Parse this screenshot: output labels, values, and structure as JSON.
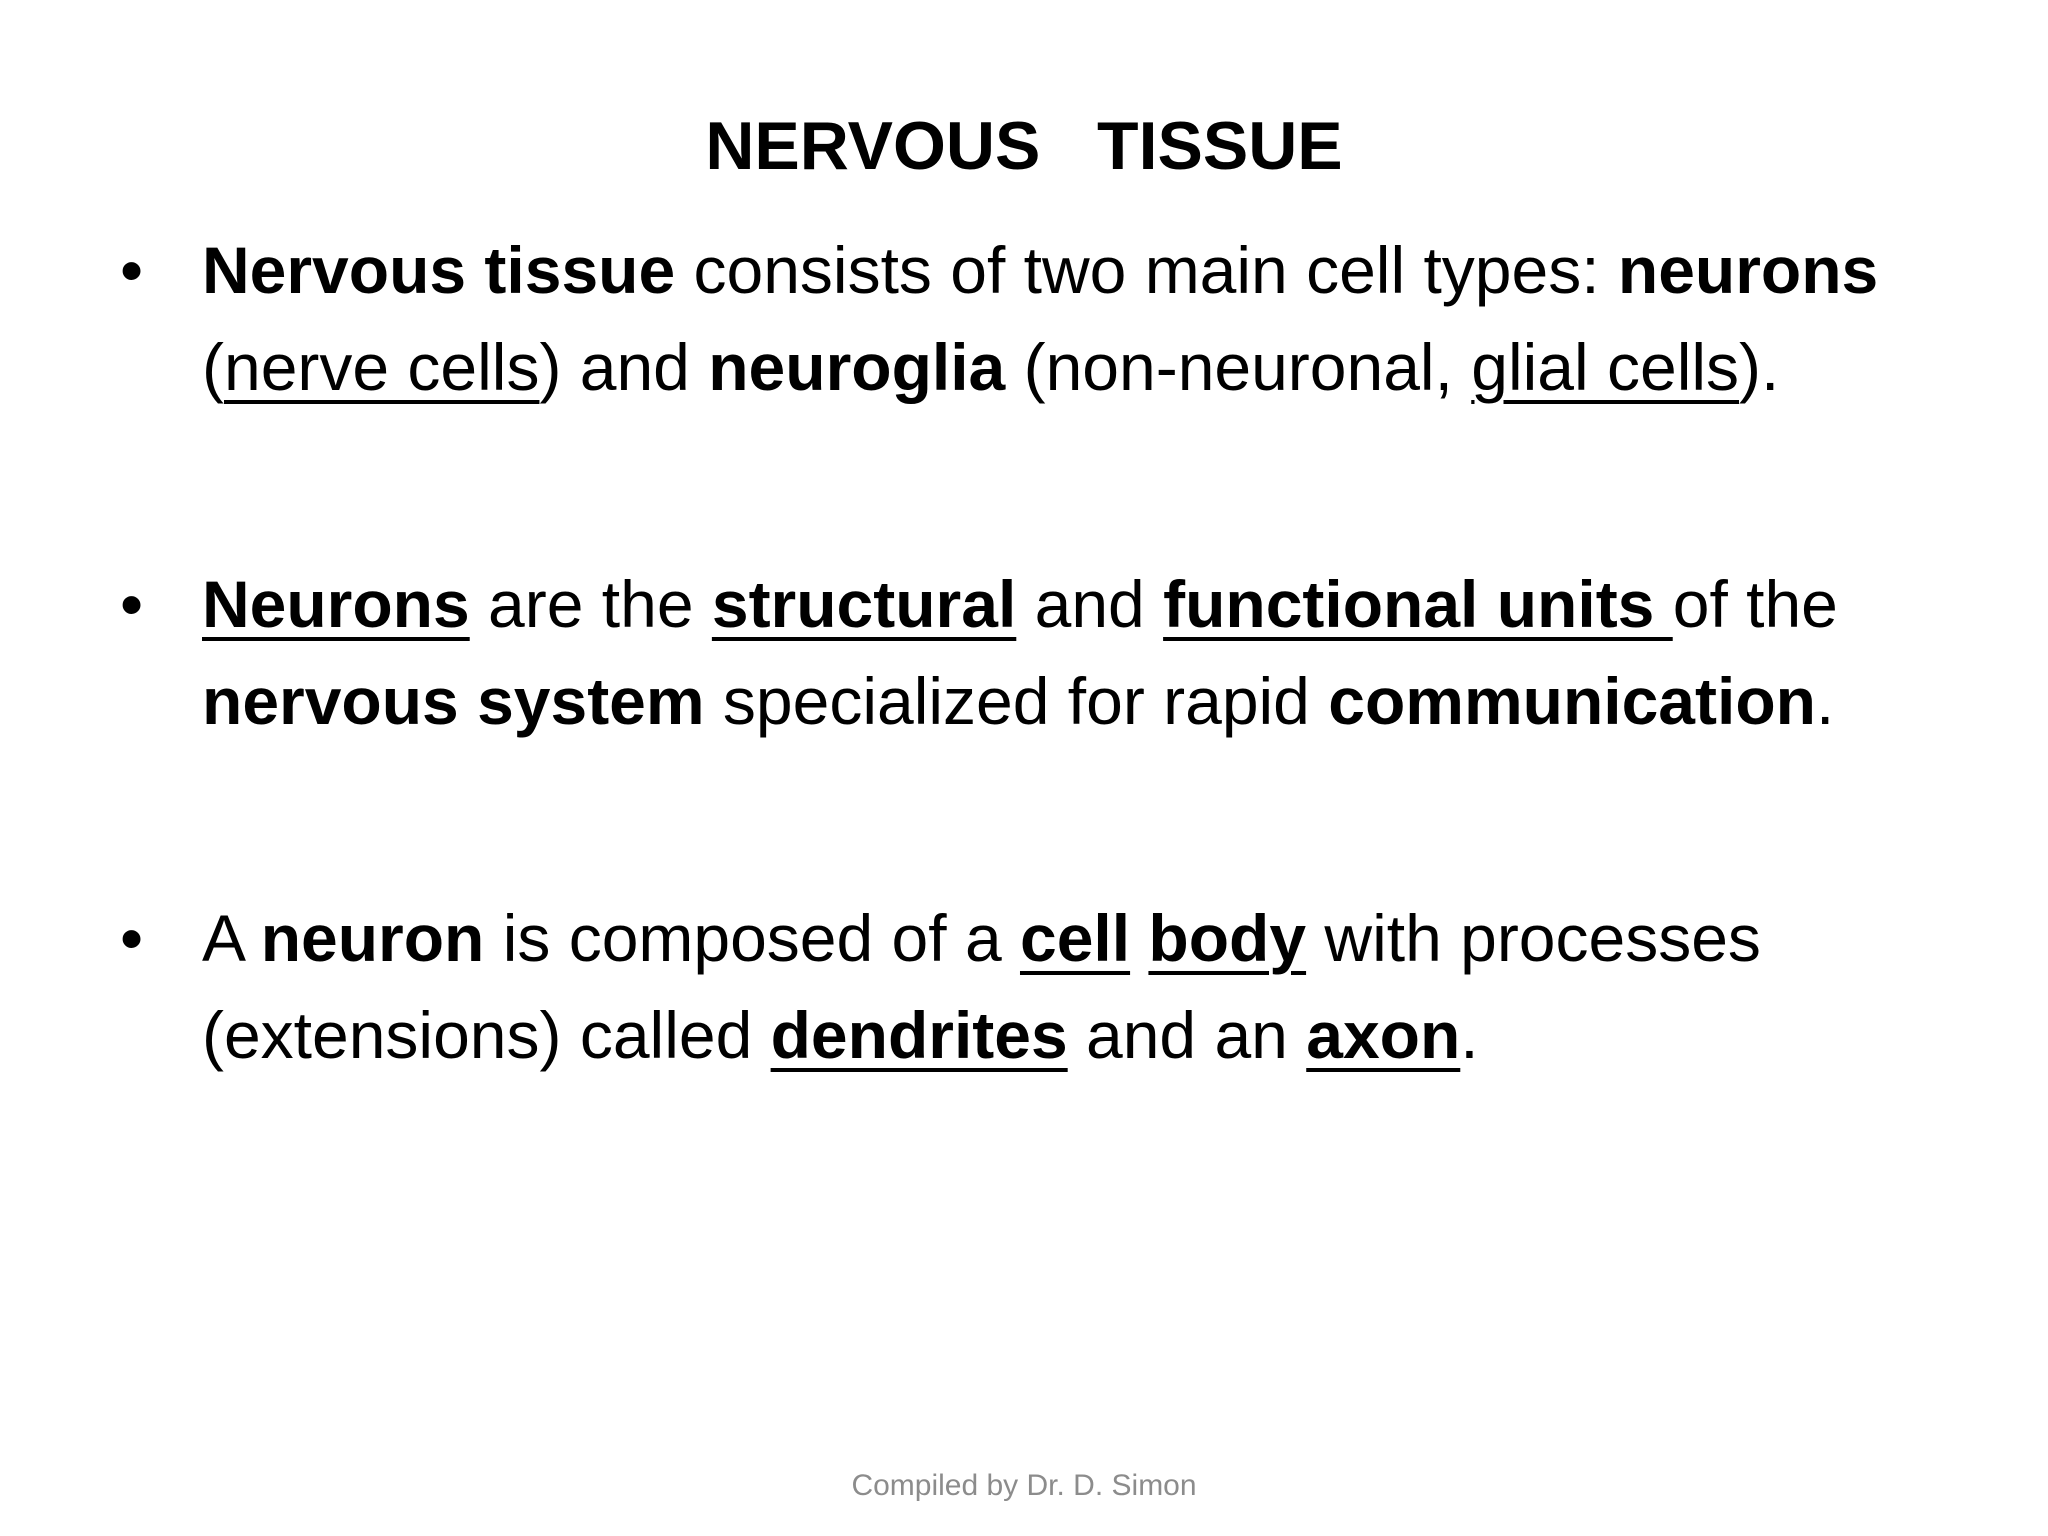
{
  "slide": {
    "title": "NERVOUS   TISSUE",
    "bullet_glyph": "•",
    "bullets": [
      {
        "segments": [
          {
            "text": "Nervous tissue",
            "bold": true,
            "underline": false
          },
          {
            "text": " consists of two main cell types: ",
            "bold": false,
            "underline": false
          },
          {
            "text": "neurons",
            "bold": true,
            "underline": false
          },
          {
            "text": " (",
            "bold": false,
            "underline": false
          },
          {
            "text": "nerve cells",
            "bold": false,
            "underline": true
          },
          {
            "text": ") and ",
            "bold": false,
            "underline": false
          },
          {
            "text": "neuroglia",
            "bold": true,
            "underline": false
          },
          {
            "text": " (non-neuronal, ",
            "bold": false,
            "underline": false
          },
          {
            "text": "glial cells",
            "bold": false,
            "underline": true
          },
          {
            "text": ").",
            "bold": false,
            "underline": false
          }
        ]
      },
      {
        "segments": [
          {
            "text": "Neurons",
            "bold": true,
            "underline": true
          },
          {
            "text": " are the ",
            "bold": false,
            "underline": false
          },
          {
            "text": "structural",
            "bold": true,
            "underline": true
          },
          {
            "text": " and ",
            "bold": false,
            "underline": false
          },
          {
            "text": "functional units ",
            "bold": true,
            "underline": true
          },
          {
            "text": "of the ",
            "bold": false,
            "underline": false
          },
          {
            "text": "nervous system",
            "bold": true,
            "underline": false
          },
          {
            "text": " specialized for rapid ",
            "bold": false,
            "underline": false
          },
          {
            "text": "communication",
            "bold": true,
            "underline": false
          },
          {
            "text": ".",
            "bold": false,
            "underline": false
          }
        ]
      },
      {
        "segments": [
          {
            "text": "A ",
            "bold": false,
            "underline": false
          },
          {
            "text": "neuron",
            "bold": true,
            "underline": false
          },
          {
            "text": " is composed of a ",
            "bold": false,
            "underline": false
          },
          {
            "text": "cell",
            "bold": true,
            "underline": true
          },
          {
            "text": " ",
            "bold": false,
            "underline": false
          },
          {
            "text": "body",
            "bold": true,
            "underline": true
          },
          {
            "text": " with processes (extensions) called ",
            "bold": false,
            "underline": false
          },
          {
            "text": "dendrites",
            "bold": true,
            "underline": true
          },
          {
            "text": " and an ",
            "bold": false,
            "underline": false
          },
          {
            "text": "axon",
            "bold": true,
            "underline": true
          },
          {
            "text": ".",
            "bold": false,
            "underline": false
          }
        ]
      }
    ],
    "footer": "Compiled by Dr. D. Simon"
  }
}
